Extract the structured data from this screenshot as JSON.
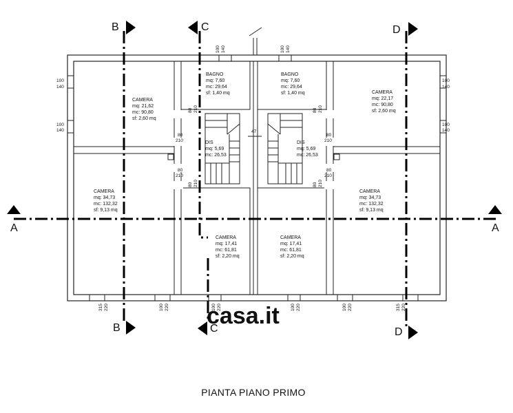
{
  "title": "PIANTA PIANO PRIMO",
  "watermark": "casa.it",
  "section_markers": {
    "a": "A",
    "b": "B",
    "c": "C",
    "d": "D"
  },
  "rooms": {
    "camera_top_left": {
      "name": "CAMERA",
      "mq": "mq: 21,62",
      "mc": "mc: 90,80",
      "sf": "sf: 2,60 mq"
    },
    "camera_top_right": {
      "name": "CAMERA",
      "mq": "mq: 22,17",
      "mc": "mc: 90,80",
      "sf": "sf: 2,60 mq"
    },
    "bagno_left": {
      "name": "BAGNO",
      "mq": "mq: 7,60",
      "mc": "mc: 29,64",
      "sf": "sf: 1,40 mq"
    },
    "bagno_right": {
      "name": "BAGNO",
      "mq": "mq: 7,60",
      "mc": "mc: 29,64",
      "sf": "sf: 1,40 mq"
    },
    "dis_left": {
      "name": "DIS",
      "mq": "mq: 5,69",
      "mc": "mc: 26,53"
    },
    "dis_right": {
      "name": "DIS",
      "mq": "mq: 5,69",
      "mc": "mc: 26,53"
    },
    "camera_mid_left": {
      "name": "CAMERA",
      "mq": "mq: 34,73",
      "mc": "mc: 132,32",
      "sf": "sf: 9,13 mq"
    },
    "camera_mid_right": {
      "name": "CAMERA",
      "mq": "mq: 34,73",
      "mc": "mc: 132,32",
      "sf": "sf: 9,13 mq"
    },
    "camera_small_left": {
      "name": "CAMERA",
      "mq": "mq: 17,41",
      "mc": "mc: 61,81",
      "sf": "sf: 2,20 mq"
    },
    "camera_small_right": {
      "name": "CAMERA",
      "mq": "mq: 17,41",
      "mc": "mc: 61,81",
      "sf": "sf: 2,20 mq"
    }
  },
  "dimensions": {
    "d100": "100",
    "d140": "140",
    "d80": "80",
    "d210": "210",
    "d47": "47",
    "d315": "315",
    "d220": "220"
  }
}
